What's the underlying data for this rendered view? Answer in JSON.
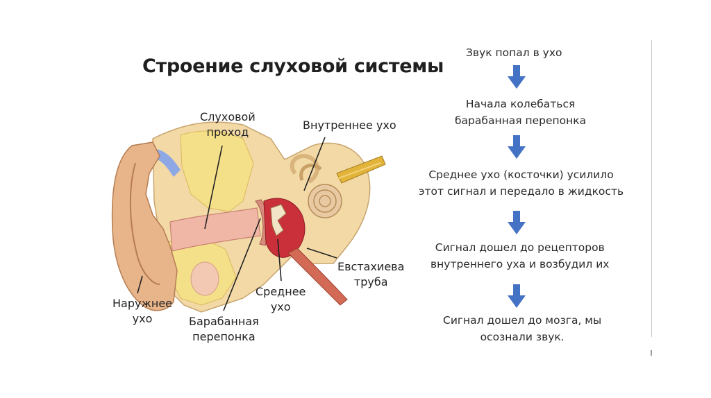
{
  "slide": {
    "title": "Строение слуховой системы"
  },
  "diagram_labels": {
    "ear_canal": [
      "Слуховой",
      "проход"
    ],
    "inner_ear": [
      "Внутреннее ухо"
    ],
    "outer_ear": [
      "Наружнее",
      "ухо"
    ],
    "eardrum": [
      "Барабанная",
      "перепонка"
    ],
    "middle_ear": [
      "Среднее",
      "ухо"
    ],
    "eustachian_tube": [
      "Евстахиева",
      "труба"
    ]
  },
  "flow": {
    "steps": [
      {
        "lines": [
          "Звук попал в ухо"
        ]
      },
      {
        "lines": [
          "Начала колебаться",
          "барабанная перепонка"
        ]
      },
      {
        "lines": [
          "Среднее ухо (косточки) усилило",
          "этот сигнал и передало в жидкость"
        ]
      },
      {
        "lines": [
          "Сигнал дошел до рецепторов",
          "внутреннего уха и возбудил их"
        ]
      },
      {
        "lines": [
          "Сигнал дошел до мозга, мы",
          "осознали звук."
        ]
      }
    ],
    "arrow_color": "#4472C4",
    "arrow_icon": "arrow-down-icon"
  },
  "colors": {
    "skin": "#E8B489",
    "bone": "#F2D9A6",
    "fat": "#F5E08A",
    "canal_pink": "#F0B6A6",
    "middle_ear_red": "#C9303A",
    "cochlea": "#E9C9A1",
    "nerve": "#E3B43A",
    "accent_blue": "#6E8FD8"
  }
}
